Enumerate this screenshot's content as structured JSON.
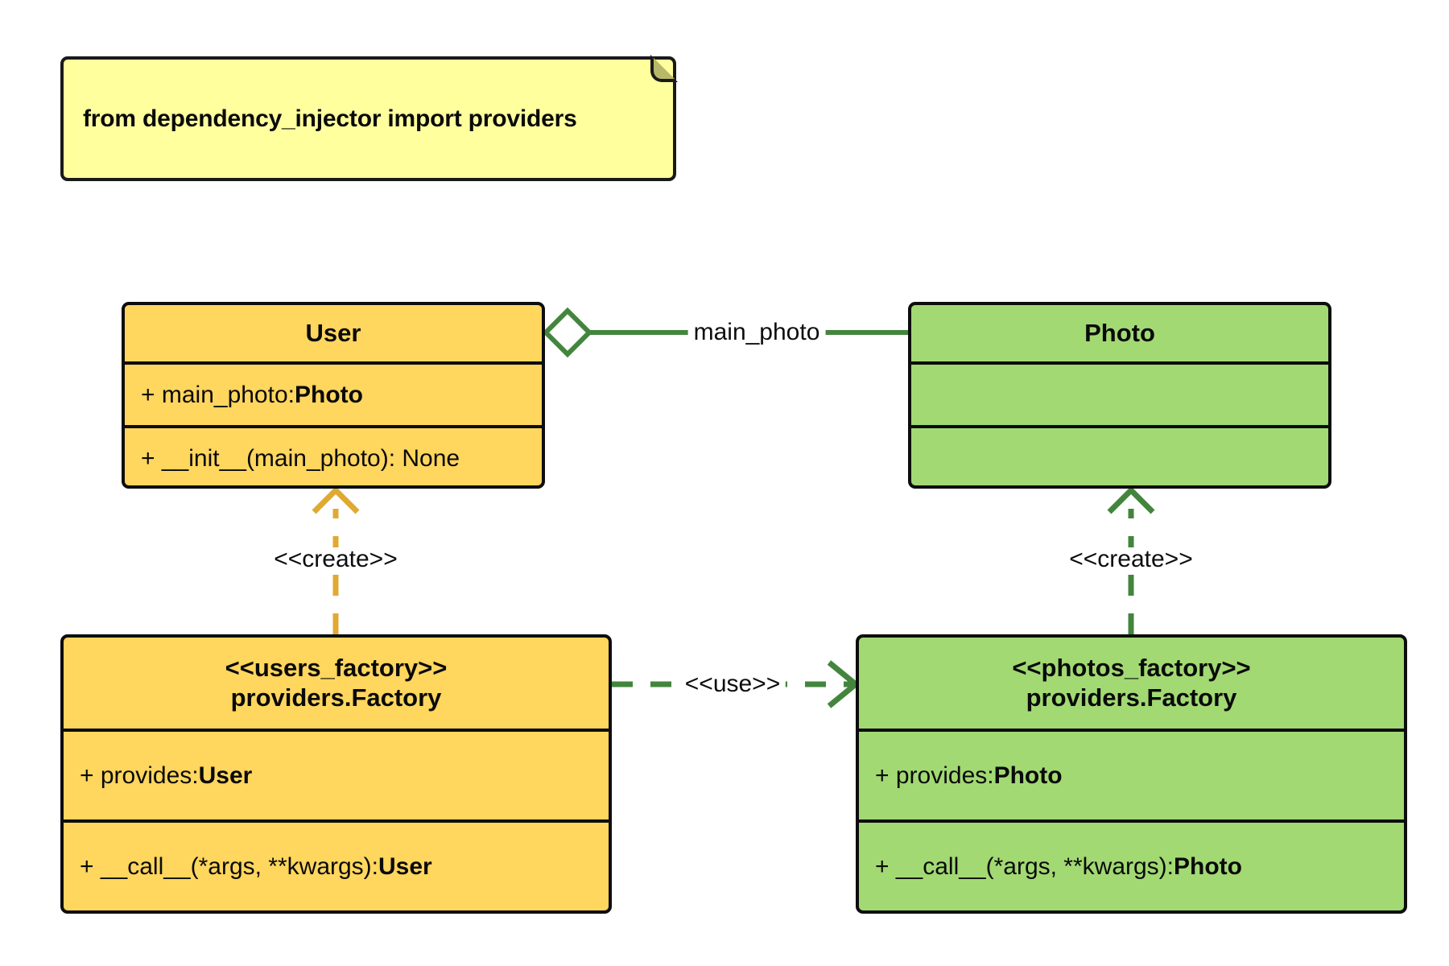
{
  "diagram": {
    "type": "uml-class-diagram",
    "background": "#ffffff",
    "palette": {
      "amber_fill": "#ffd65e",
      "green_fill": "#a2d973",
      "note_fill": "#ffff9e",
      "note_fold": "#b8b86a",
      "outline": "#0d0d0d",
      "green_edge": "#43853d",
      "amber_edge": "#e0a933"
    }
  },
  "note": {
    "text": "from dependency_injector import providers"
  },
  "classes": {
    "user": {
      "name": "User",
      "attributes": [
        {
          "prefix": "+ main_photo: ",
          "type": "Photo"
        }
      ],
      "methods": [
        {
          "prefix": "+ __init__(main_photo): None",
          "type": ""
        }
      ]
    },
    "photo": {
      "name": "Photo",
      "attributes": [],
      "methods": []
    },
    "users_factory": {
      "stereotype": "<<users_factory>>",
      "name": "providers.Factory",
      "attributes": [
        {
          "prefix": "+ provides: ",
          "type": "User"
        }
      ],
      "methods": [
        {
          "prefix": "+ __call__(*args, **kwargs): ",
          "type": "User"
        }
      ]
    },
    "photos_factory": {
      "stereotype": "<<photos_factory>>",
      "name": "providers.Factory",
      "attributes": [
        {
          "prefix": "+ provides: ",
          "type": "Photo"
        }
      ],
      "methods": [
        {
          "prefix": "+ __call__(*args, **kwargs): ",
          "type": "Photo"
        }
      ]
    }
  },
  "relations": {
    "aggregation": {
      "label": "main_photo",
      "from": "User",
      "to": "Photo",
      "kind": "aggregation",
      "color": "#43853d"
    },
    "create_user": {
      "label": "<<create>>",
      "from": "users_factory",
      "to": "User",
      "kind": "dependency",
      "color": "#e0a933"
    },
    "create_photo": {
      "label": "<<create>>",
      "from": "photos_factory",
      "to": "Photo",
      "kind": "dependency",
      "color": "#43853d"
    },
    "use": {
      "label": "<<use>>",
      "from": "users_factory",
      "to": "photos_factory",
      "kind": "dependency",
      "color": "#43853d"
    }
  }
}
